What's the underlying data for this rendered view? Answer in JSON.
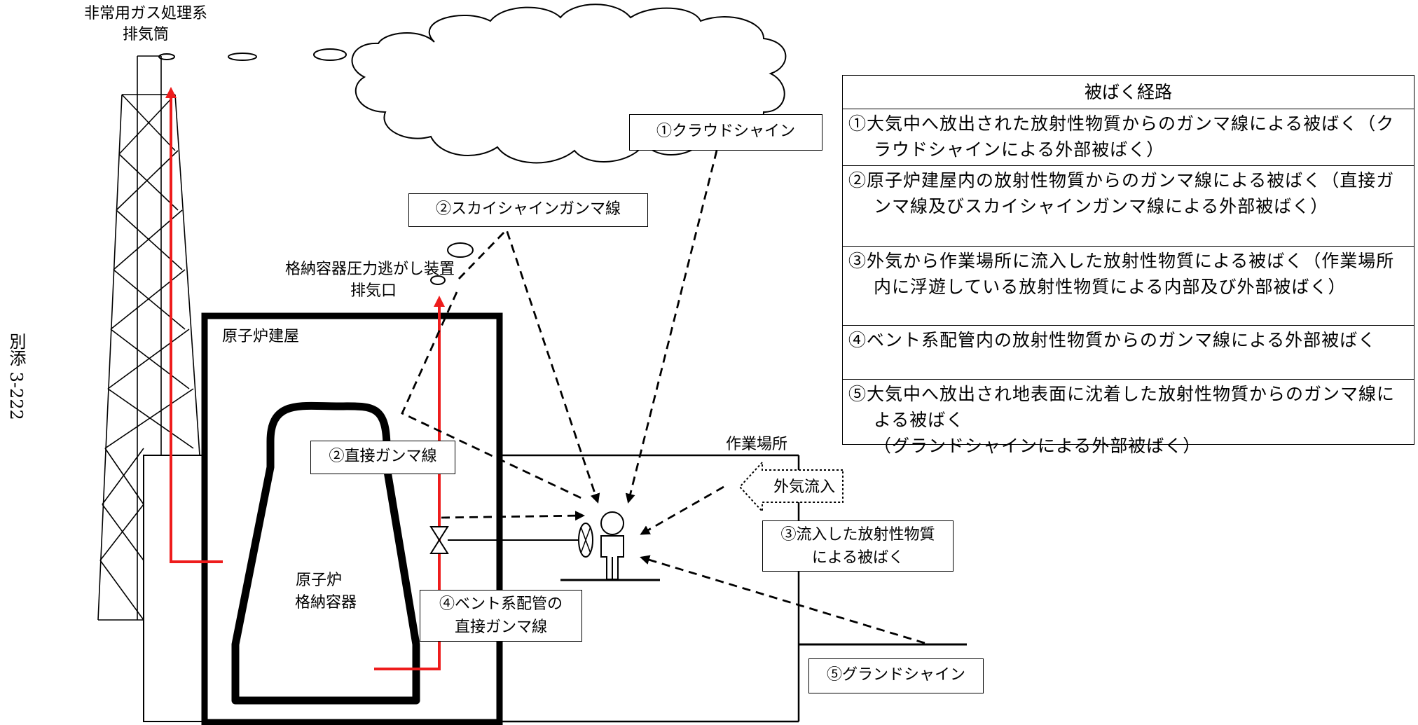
{
  "labels": {
    "stack": [
      "非常用ガス処理系",
      "排気筒"
    ],
    "vent_outlet": [
      "格納容器圧力逃がし装置",
      "排気口"
    ],
    "reactor_building": "原子炉建屋",
    "containment": [
      "原子炉",
      "格納容器"
    ],
    "workplace": "作業場所",
    "outside_air_inflow": "外気流入"
  },
  "callouts": {
    "cloud_shine": "①クラウドシャイン",
    "sky_shine": "②スカイシャインガンマ線",
    "direct_gamma": "②直接ガンマ線",
    "inflow": [
      "③流入した放射性物質",
      "による被ばく"
    ],
    "vent_pipe": [
      "④ベント系配管の",
      "直接ガンマ線"
    ],
    "ground_shine": "⑤グランドシャイン"
  },
  "table": {
    "title": "被ばく経路",
    "rows": [
      "①大気中へ放出された放射性物質からのガンマ線による被ばく（クラウドシャインによる外部被ばく）",
      "②原子炉建屋内の放射性物質からのガンマ線による被ばく（直接ガンマ線及びスカイシャインガンマ線による外部被ばく）",
      "③外気から作業場所に流入した放射性物質による被ばく（作業場所内に浮遊している放射性物質による内部及び外部被ばく）",
      "④ベント系配管内の放射性物質からのガンマ線による外部被ばく",
      "⑤大気中へ放出され地表面に沈着した放射性物質からのガンマ線による被ばく\n（グランドシャインによる外部被ばく）"
    ]
  },
  "page_number": "別添 3-222",
  "colors": {
    "vent_line": "#ee1c1c",
    "lines": "#000000"
  }
}
